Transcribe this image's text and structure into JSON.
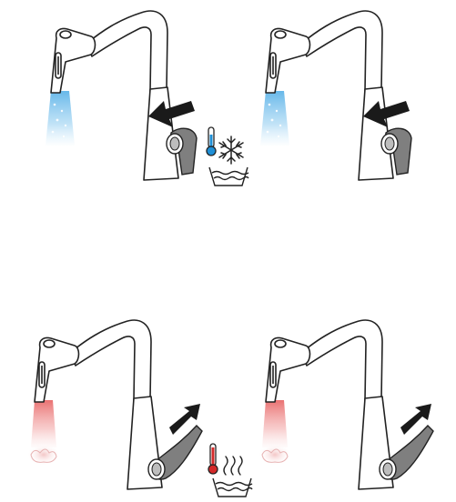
{
  "figure": {
    "panels": [
      {
        "id": "cold-1",
        "flow": "cold",
        "lever": "down",
        "arrow": "push-left",
        "pictogram": "cold"
      },
      {
        "id": "cold-2",
        "flow": "cold",
        "lever": "down",
        "arrow": "push-left",
        "pictogram": null
      },
      {
        "id": "hot-1",
        "flow": "hot",
        "lever": "up",
        "arrow": "push-up-right",
        "pictogram": "hot"
      },
      {
        "id": "hot-2",
        "flow": "hot",
        "lever": "up",
        "arrow": "push-up-right",
        "pictogram": null
      }
    ],
    "pictograms": {
      "cold": {
        "icons": [
          "thermometer-icon",
          "snowflake-icon",
          "water-basin-icon"
        ]
      },
      "hot": {
        "icons": [
          "thermometer-icon",
          "steam-icon",
          "water-basin-icon"
        ]
      }
    },
    "colors": {
      "outline": "#222222",
      "lever": "#7f7f7f",
      "arrow": "#1a1a1a",
      "cold_water": "#5fb4e8",
      "cold_thermometer": "#1f8fd6",
      "hot_water": "#e86a6a",
      "hot_thermometer": "#d42a2a"
    }
  }
}
